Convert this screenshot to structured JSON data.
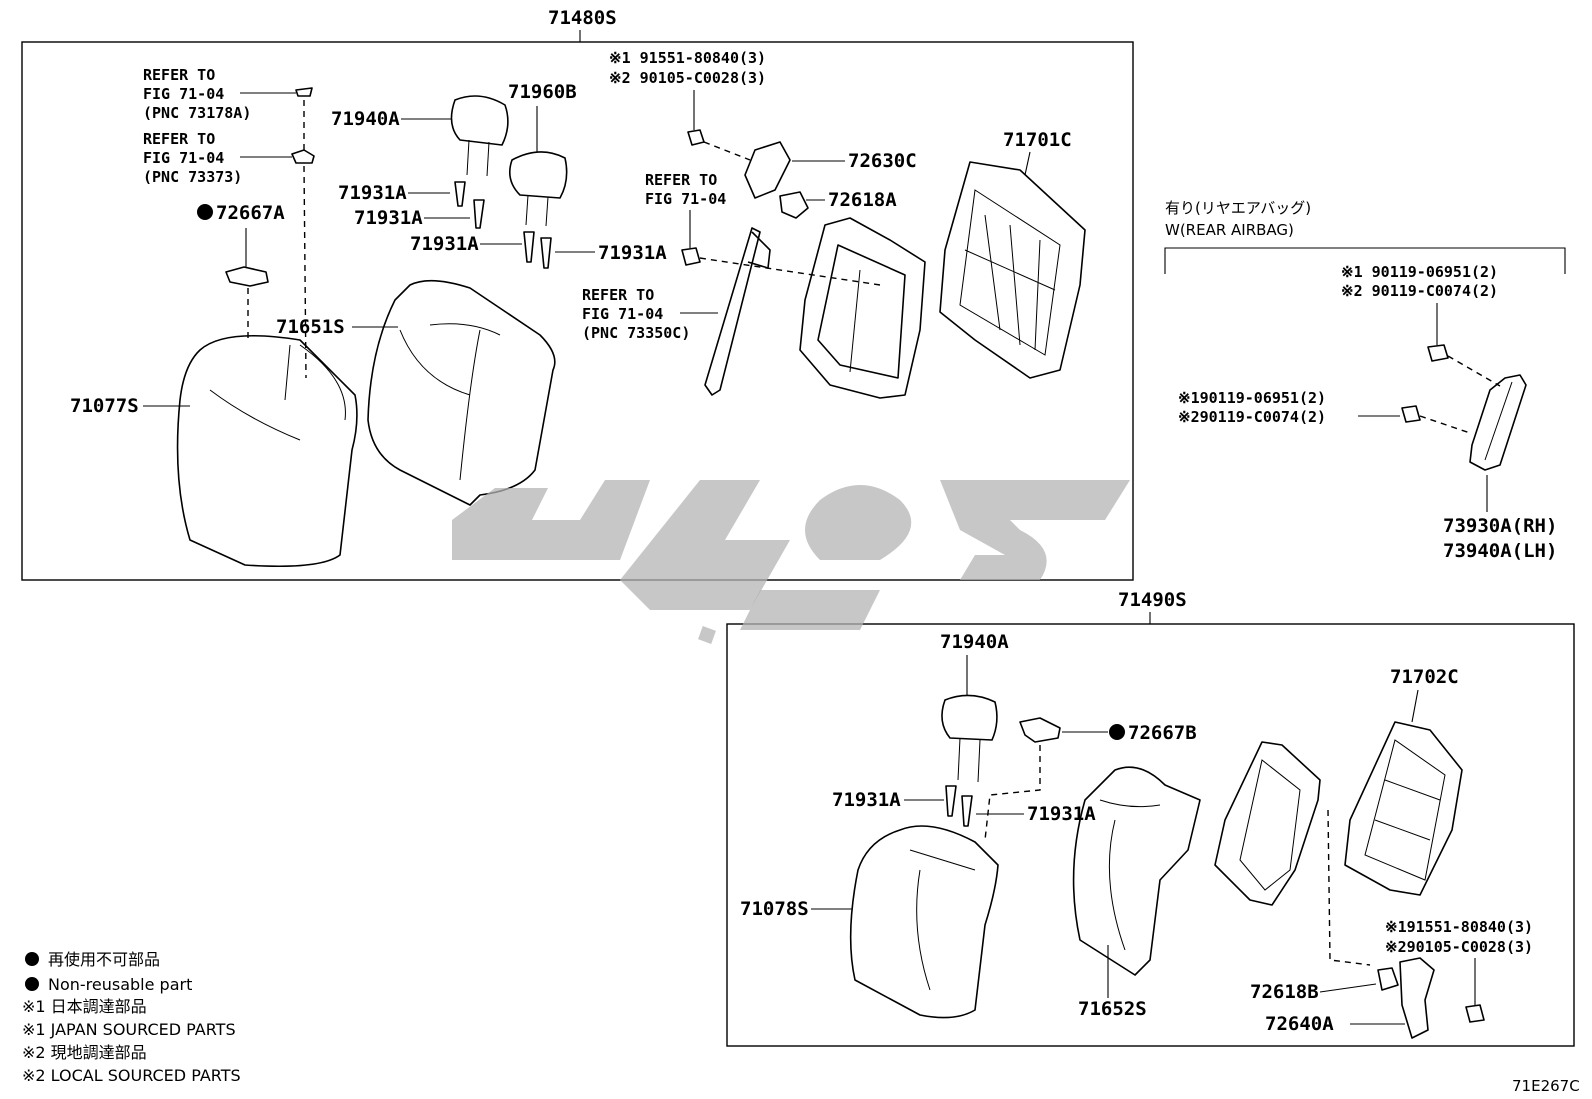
{
  "upper_assembly": {
    "title": "71480S",
    "labels": {
      "refer_1": [
        "REFER TO",
        "FIG 71-04",
        "(PNC 73178A)"
      ],
      "refer_2": [
        "REFER TO",
        "FIG 71-04",
        "(PNC 73373)"
      ],
      "p72667a": "72667A",
      "p71077s": "71077S",
      "p71651s": "71651S",
      "p71940a": "71940A",
      "p71960b": "71960B",
      "p71931a_1": "71931A",
      "p71931a_2": "71931A",
      "p71931a_3": "71931A",
      "p71931a_4": "71931A",
      "screw_note_1": "※1 91551-80840(3)",
      "screw_note_2": "※2 90105-C0028(3)",
      "p72630c": "72630C",
      "refer_3": [
        "REFER TO",
        "FIG 71-04"
      ],
      "p72618a": "72618A",
      "refer_4": [
        "REFER TO",
        "FIG 71-04",
        "(PNC 73350C)"
      ],
      "p71701c": "71701C"
    }
  },
  "airbag_option": {
    "heading_jp": "有り(リヤエアバッグ)",
    "heading_en": "W(REAR AIRBAG)",
    "note_1a": "※1 90119-06951(2)",
    "note_1b": "※2 90119-C0074(2)",
    "note_2a": "※190119-06951(2)",
    "note_2b": "※290119-C0074(2)",
    "p73930a": "73930A(RH)",
    "p73940a": "73940A(LH)"
  },
  "lower_assembly": {
    "title": "71490S",
    "labels": {
      "p71940a": "71940A",
      "p72667b": "72667B",
      "p71702c": "71702C",
      "p71931a_1": "71931A",
      "p71931a_2": "71931A",
      "p71078s": "71078S",
      "p71652s": "71652S",
      "screw_note_1": "※191551-80840(3)",
      "screw_note_2": "※290105-C0028(3)",
      "p72618b": "72618B",
      "p72640a": "72640A"
    }
  },
  "legend": {
    "non_reusable_jp": "再使用不可部品",
    "non_reusable_en": "Non-reusable part",
    "japan_jp": "※1 日本調達部品",
    "japan_en": "※1 JAPAN SOURCED PARTS",
    "local_jp": "※2 現地調達部品",
    "local_en": "※2 LOCAL SOURCED PARTS"
  },
  "figure_code": "71E267C"
}
